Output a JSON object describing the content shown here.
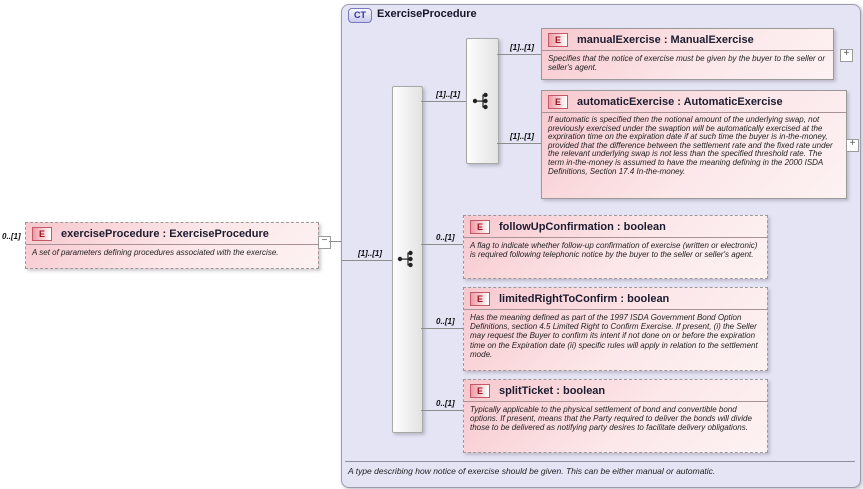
{
  "root": {
    "cardinality": "0..[1]",
    "badge": "E",
    "title": "exerciseProcedure : ExerciseProcedure",
    "description": "A set of parameters defining procedures associated with the exercise.",
    "toggle": "−",
    "link_cardinality": "[1]..[1]"
  },
  "complex_type": {
    "badge": "CT",
    "title": "ExerciseProcedure",
    "footer": "A type describing how notice of exercise should be given. This can be either manual or automatic."
  },
  "groups": {
    "sequence_icon": "sequence-icon",
    "choice_icon": "sequence-icon",
    "sequence_to_choice_cardinality": "[1]..[1]"
  },
  "children": {
    "manual": {
      "badge": "E",
      "cardinality": "[1]..[1]",
      "title": "manualExercise : ManualExercise",
      "description": "Specifies that the notice of exercise must be given by the buyer to the seller or seller's agent.",
      "toggle": "+"
    },
    "automatic": {
      "badge": "E",
      "cardinality": "[1]..[1]",
      "title": "automaticExercise : AutomaticExercise",
      "description": "If automatic is specified then the notional amount of the underlying swap, not previously exercised under the swaption will be automatically exercised at the expriration time on the expiration date if at such time the buyer is in-the-money, provided that the difference between the settlement rate and the fixed rate under the relevant underlying swap is not less than the specified threshold rate. The term in-the-money is assumed to have the meaning defining in the 2000 ISDA Definitions, Section 17.4 In-the-money.",
      "toggle": "+"
    },
    "followup": {
      "badge": "E",
      "cardinality": "0..[1]",
      "title": "followUpConfirmation : boolean",
      "description": "A flag to indicate whether follow-up confirmation of exercise (written or electronic) is required following telephonic notice by the buyer to the seller or seller's agent."
    },
    "limited": {
      "badge": "E",
      "cardinality": "0..[1]",
      "title": "limitedRightToConfirm : boolean",
      "description": "Has the meaning defined as part of the 1997 ISDA Government Bond Option Definitions, section 4.5 Limited Right to Confirm Exercise. If present, (i) the Seller may request the Buyer to confirm its intent if not done on or before the expiration time on the Expiration date (ii) specific rules will apply in relation to the settlement mode."
    },
    "split": {
      "badge": "E",
      "cardinality": "0..[1]",
      "title": "splitTicket : boolean",
      "description": "Typically applicable to the physical settlement of bond and convertible bond options. If present, means that the Party required to deliver the bonds will divide those to be delivered as notifying party desires to facilitate delivery obligations."
    }
  },
  "colors": {
    "container_bg": "#e4e4f4",
    "element_pink": "#f7c8ce",
    "element_badge_red": "#9c1220",
    "ct_badge_blue": "#2f2fa2",
    "connector_gray": "#8d8d8d"
  }
}
